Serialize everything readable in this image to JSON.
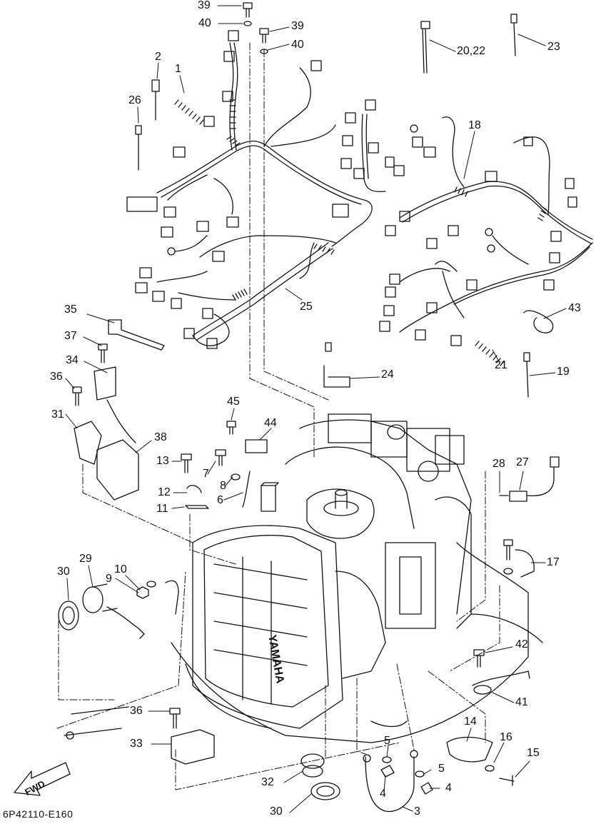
{
  "diagram": {
    "code": "6P42110-E160",
    "fwd_label": "FWD",
    "engine_brand_text": "YAMAHA",
    "callouts": [
      {
        "id": "39a",
        "text": "39"
      },
      {
        "id": "40a",
        "text": "40"
      },
      {
        "id": "39b",
        "text": "39"
      },
      {
        "id": "40b",
        "text": "40"
      },
      {
        "id": "2",
        "text": "2"
      },
      {
        "id": "1",
        "text": "1"
      },
      {
        "id": "26",
        "text": "26"
      },
      {
        "id": "20_22",
        "text": "20,22"
      },
      {
        "id": "23",
        "text": "23"
      },
      {
        "id": "18",
        "text": "18"
      },
      {
        "id": "25",
        "text": "25"
      },
      {
        "id": "43",
        "text": "43"
      },
      {
        "id": "35",
        "text": "35"
      },
      {
        "id": "37",
        "text": "37"
      },
      {
        "id": "34",
        "text": "34"
      },
      {
        "id": "36a",
        "text": "36"
      },
      {
        "id": "31",
        "text": "31"
      },
      {
        "id": "38",
        "text": "38"
      },
      {
        "id": "24",
        "text": "24"
      },
      {
        "id": "21",
        "text": "21"
      },
      {
        "id": "19",
        "text": "19"
      },
      {
        "id": "45",
        "text": "45"
      },
      {
        "id": "44",
        "text": "44"
      },
      {
        "id": "13",
        "text": "13"
      },
      {
        "id": "7",
        "text": "7"
      },
      {
        "id": "8",
        "text": "8"
      },
      {
        "id": "12",
        "text": "12"
      },
      {
        "id": "11",
        "text": "11"
      },
      {
        "id": "6",
        "text": "6"
      },
      {
        "id": "28",
        "text": "28"
      },
      {
        "id": "27",
        "text": "27"
      },
      {
        "id": "17",
        "text": "17"
      },
      {
        "id": "30a",
        "text": "30"
      },
      {
        "id": "29",
        "text": "29"
      },
      {
        "id": "10",
        "text": "10"
      },
      {
        "id": "9",
        "text": "9"
      },
      {
        "id": "42",
        "text": "42"
      },
      {
        "id": "41",
        "text": "41"
      },
      {
        "id": "36b",
        "text": "36"
      },
      {
        "id": "33",
        "text": "33"
      },
      {
        "id": "14",
        "text": "14"
      },
      {
        "id": "5a",
        "text": "5"
      },
      {
        "id": "16",
        "text": "16"
      },
      {
        "id": "15",
        "text": "15"
      },
      {
        "id": "32",
        "text": "32"
      },
      {
        "id": "5b",
        "text": "5"
      },
      {
        "id": "4a",
        "text": "4"
      },
      {
        "id": "4b",
        "text": "4"
      },
      {
        "id": "30b",
        "text": "30"
      },
      {
        "id": "3",
        "text": "3"
      }
    ]
  }
}
